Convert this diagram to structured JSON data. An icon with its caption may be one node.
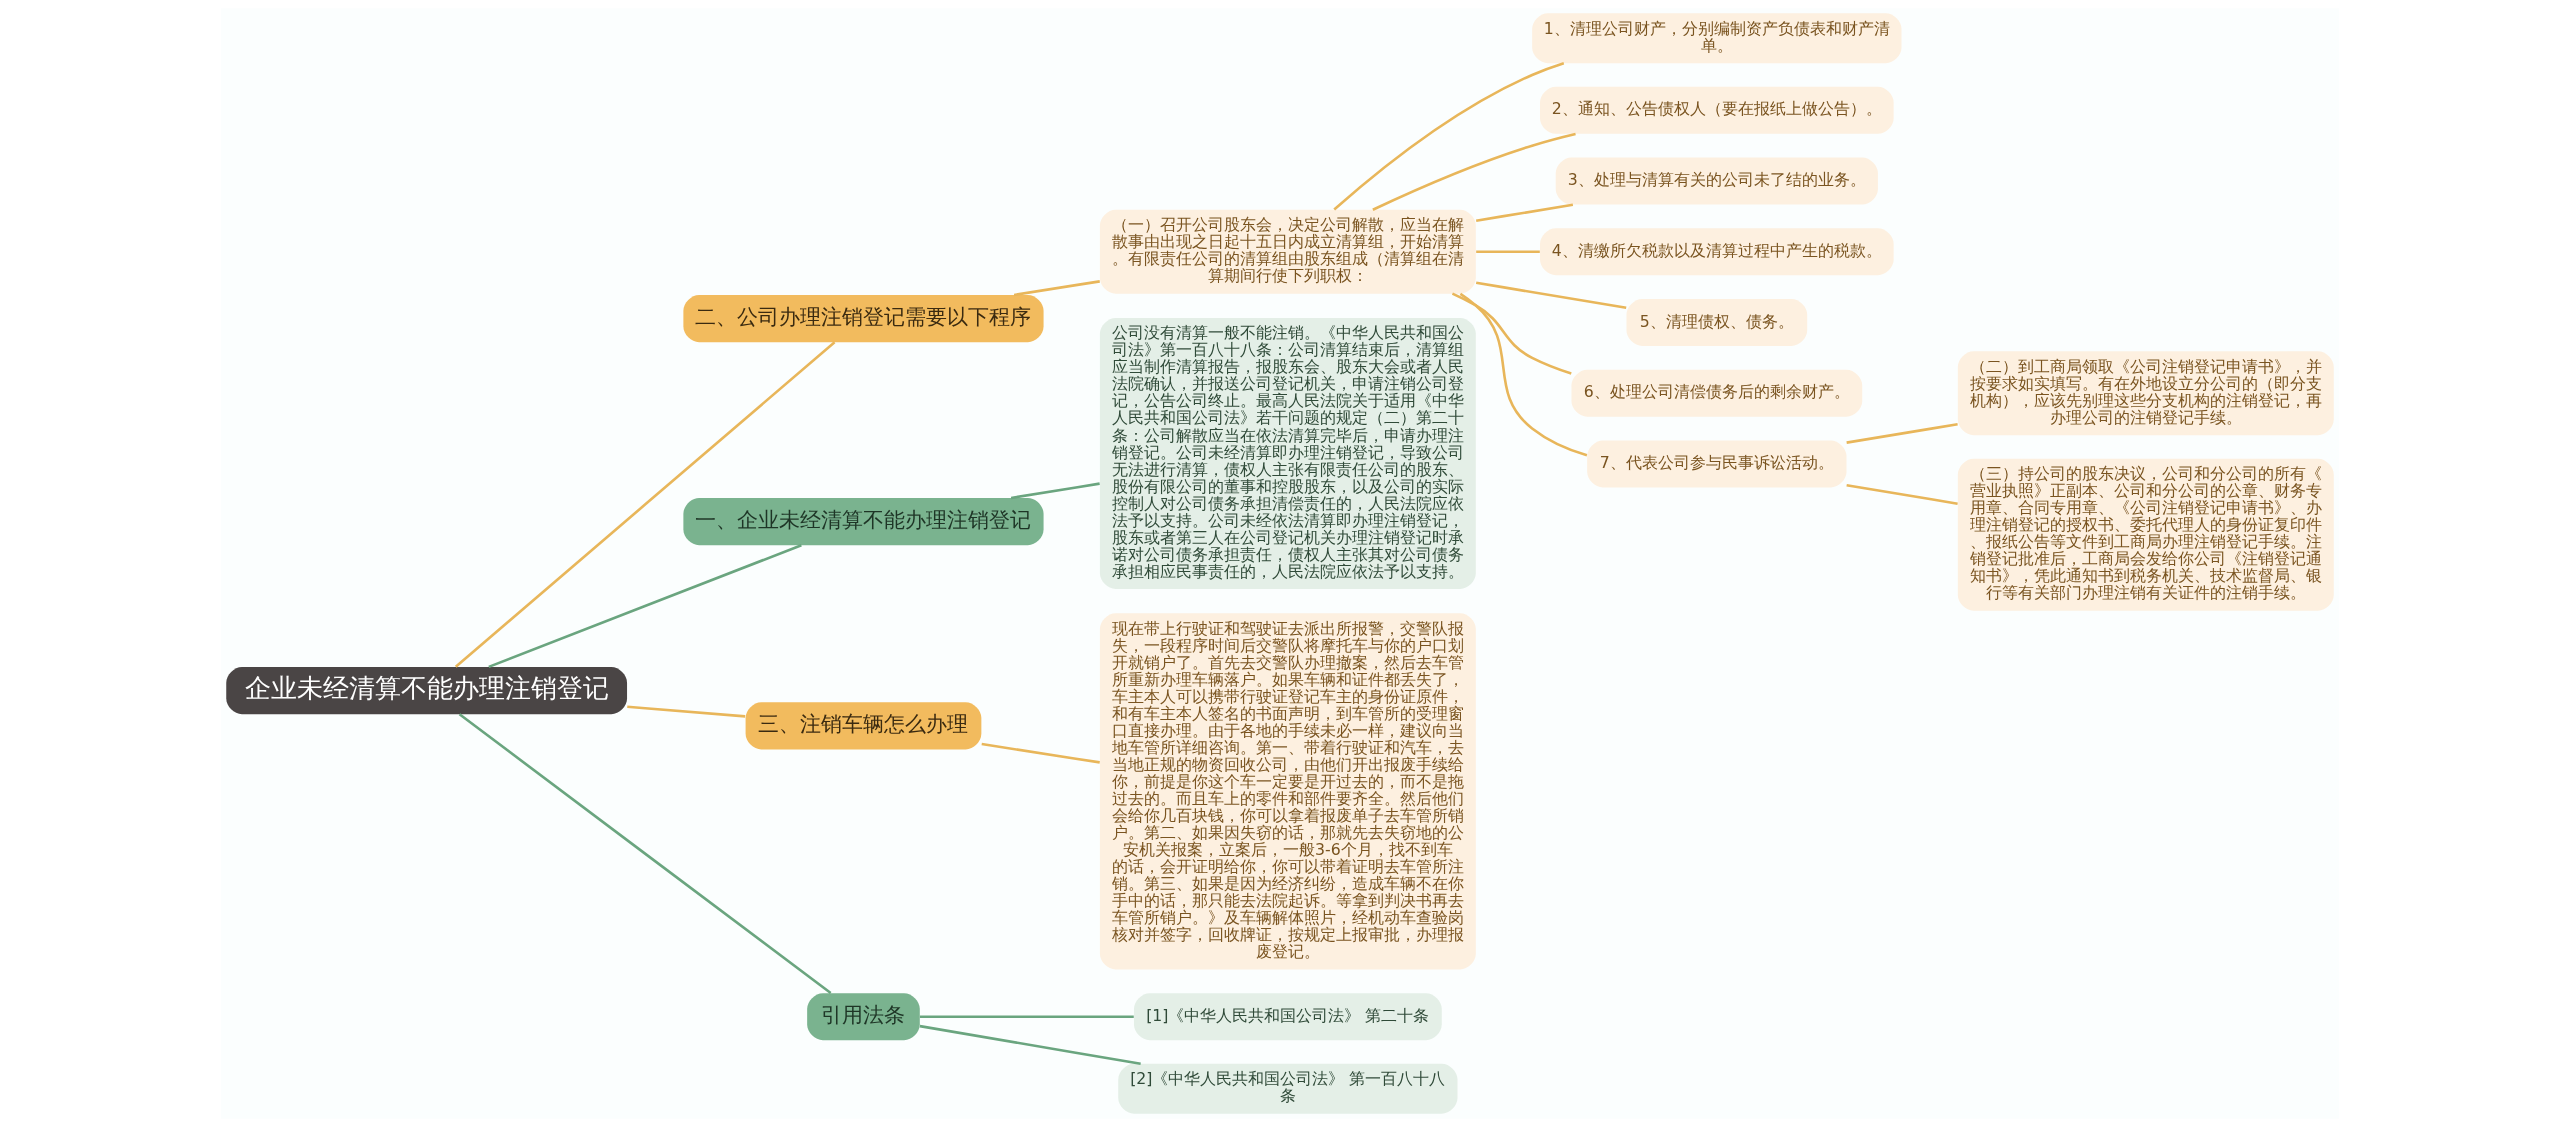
{
  "diagram": {
    "nodes": [
      {
        "text": [
          "企业未经清算不能办理注销登记"
        ]
      },
      {
        "text": [
          "二、公司办理注销登记需要以下程序"
        ]
      },
      {
        "text": [
          "（一）召开公司股东会，决定公司解散，应当在解散事由出现之日起十五日内成立清算组，开始清算。有限责任公司的清算组由股东组成（清算组在清算期间行使下列职权："
        ]
      },
      {
        "text": [
          "1、清理公司财产，分别编制资产负债表和财产清单。"
        ]
      },
      {
        "text": [
          "2、通知、公告债权人（要在报纸上做公告）。"
        ]
      },
      {
        "text": [
          "3、处理与清算有关的公司未了结的业务。"
        ]
      },
      {
        "text": [
          "4、清缴所欠税款以及清算过程中产生的税款。"
        ]
      },
      {
        "text": [
          "5、清理债权、债务。"
        ]
      },
      {
        "text": [
          "6、处理公司清偿债务后的剩余财产。"
        ]
      },
      {
        "text": [
          "7、代表公司参与民事诉讼活动。"
        ]
      },
      {
        "text": [
          "（二）到工商局领取《公司注销登记申请书》，并按要求如实填写。有在外地设立分公司的（即分支机构），应该先别理这些分支机构的注销登记，再办理公司的注销登记手续。"
        ]
      },
      {
        "text": [
          "（三）持公司的股东决议，公司和分公司的所有《营业执照》正副本、公司和分公司的公章、财务专用章、合同专用章、《公司注销登记申请书》、办理注销登记的授权书、委托代理人的身份证复印件、报纸公告等文件到工商局办理注销登记手续。注销登记批准后，工商局会发给你公司《注销登记通知书》，凭此通知书到税务机关、技术监督局、银行等有关部门办理注销有关证件的注销手续。"
        ]
      },
      {
        "text": [
          "一、企业未经清算不能办理注销登记"
        ]
      },
      {
        "text": [
          "公司没有清算一般不能注销。《中华人民共和国公司法》第一百八十八条：公司清算结束后，清算组应当制作清算报告，报股东会、股东大会或者人民法院确认，并报送公司登记机关，申请注销公司登记，公告公司终止。最高人民法院关于适用《中华人民共和国公司法》若干问题的规定（二）第二十条：公司解散应当在依法清算完毕后，申请办理注销登记。公司未经清算即办理注销登记，导致公司无法进行清算，债权人主张有限责任公司的股东、股份有限公司的董事和控股股东，以及公司的实际控制人对公司债务承担清偿责任的，人民法院应依法予以支持。公司未经依法清算即办理注销登记，股东或者第三人在公司登记机关办理注销登记时承诺对公司债务承担责任，债权人主张其对公司债务承担相应民事责任的，人民法院应依法予以支持。"
        ]
      },
      {
        "text": [
          "三、注销车辆怎么办理"
        ]
      },
      {
        "text": [
          "现在带上行驶证和驾驶证去派出所报警，交警队报失，一段程序时间后交警队将摩托车与你的户口划开就销户了。首先去交警队办理撤案，然后去车管所重新办理车辆落户。如果车辆和证件都丢失了，车主本人可以携带行驶证登记车主的身份证原件，和有车主本人签名的书面声明，到车管所的受理窗口直接办理。由于各地的手续未必一样，建议向当地车管所详细咨询。第一、带着行驶证和汽车，去当地正规的物资回收公司，由他们开出报废手续给你，前提是你这个车一定要是开过去的，而不是拖过去的。而且车上的零件和部件要齐全。然后他们会给你几百块钱，你可以拿着报废单子去车管所销户。第二、如果因失窃的话，那就先去失窃地的公安机关报案，立案后，一般3-6个月，找不到车的话，会开证明给你，你可以带着证明去车管所注销。第三、如果是因为经济纠纷，造成车辆不在你手中的话，那只能去法院起诉。等拿到判决书再去车管所销户。》及车辆解体照片，经机动车查验岗核对并签字，回收牌证，按规定上报审批，办理报废登记。"
        ]
      },
      {
        "text": [
          "引用法条"
        ]
      },
      {
        "text": [
          "[1]《中华人民共和国公司法》 第二十条"
        ]
      },
      {
        "text": [
          "[2]《中华人民共和国公司法》 第一百八十八条"
        ]
      }
    ],
    "edges": [
      {
        "from": 0,
        "to": 1,
        "arrow": "none"
      },
      {
        "from": 1,
        "to": 2,
        "arrow": "none"
      },
      {
        "from": 2,
        "to": 3,
        "arrow": "none"
      },
      {
        "from": 2,
        "to": 4,
        "arrow": "none"
      },
      {
        "from": 2,
        "to": 5,
        "arrow": "none"
      },
      {
        "from": 2,
        "to": 6,
        "arrow": "none"
      },
      {
        "from": 2,
        "to": 7,
        "arrow": "none"
      },
      {
        "from": 2,
        "to": 8,
        "arrow": "none"
      },
      {
        "from": 2,
        "to": 9,
        "arrow": "none"
      },
      {
        "from": 9,
        "to": 10,
        "arrow": "none"
      },
      {
        "from": 9,
        "to": 11,
        "arrow": "none"
      },
      {
        "from": 0,
        "to": 12,
        "arrow": "none",
        "color": "#6aa57f"
      },
      {
        "from": 12,
        "to": 13,
        "arrow": "none",
        "color": "#6aa57f"
      },
      {
        "from": 0,
        "to": 14,
        "arrow": "none"
      },
      {
        "from": 14,
        "to": 15,
        "arrow": "none"
      },
      {
        "from": 0,
        "to": 16,
        "arrow": "none",
        "color": "#6aa57f"
      },
      {
        "from": 16,
        "to": 17,
        "arrow": "none",
        "color": "#6aa57f"
      },
      {
        "from": 16,
        "to": 18,
        "arrow": "none",
        "color": "#6aa57f"
      }
    ]
  }
}
